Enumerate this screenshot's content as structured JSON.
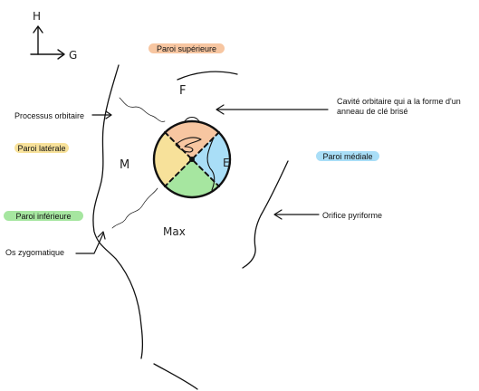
{
  "compass": {
    "up_letter": "H",
    "right_letter": "G"
  },
  "walls": {
    "superieure": {
      "label": "Paroi supérieure",
      "color": "#f7c6a1"
    },
    "laterale": {
      "label": "Paroi latérale",
      "color": "#f7e19a"
    },
    "inferieure": {
      "label": "Paroi inférieure",
      "color": "#a6e6a0"
    },
    "mediale": {
      "label": "Paroi médiale",
      "color": "#a9def7"
    }
  },
  "bone_letters": {
    "frontal": "F",
    "malar": "M",
    "ethmoid": "E",
    "maxilla": "Max"
  },
  "annotations": {
    "processus": "Processus orbitaire",
    "zygomatique": "Os zygomatique",
    "cavite_line1": "Cavité orbitaire qui a la forme d'un",
    "cavite_line2": "anneau de clé brisé",
    "pyriforme": "Orifice pyriforme"
  }
}
